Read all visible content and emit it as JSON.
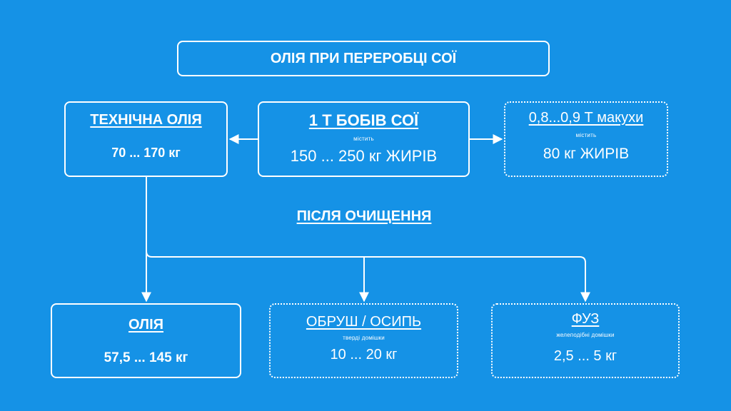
{
  "title": "ОЛІЯ ПРИ ПЕРЕРОБЦІ СОЇ",
  "technical_oil": {
    "heading": "ТЕХНІЧНА ОЛІЯ",
    "value": "70 ... 170 кг"
  },
  "soybeans": {
    "heading": "1 Т БОБІВ СОЇ",
    "note": "містить",
    "value": "150 ... 250 кг ЖИРІВ"
  },
  "meal": {
    "heading": "0,8...0,9 Т макухи",
    "note": "містить",
    "value": "80 кг ЖИРІВ"
  },
  "after_cleaning": "ПІСЛЯ ОЧИЩЕННЯ",
  "oil": {
    "heading": "ОЛІЯ",
    "value": "57,5 ... 145 кг"
  },
  "husk": {
    "heading": "ОБРУШ / ОСИПЬ",
    "note": "тверді домішки",
    "value": "10 ... 20 кг"
  },
  "fuz": {
    "heading": "ФУЗ",
    "note": "желеподібні домішки",
    "value": "2,5 ... 5 кг"
  },
  "colors": {
    "background": "#1592e6",
    "foreground": "#ffffff"
  }
}
